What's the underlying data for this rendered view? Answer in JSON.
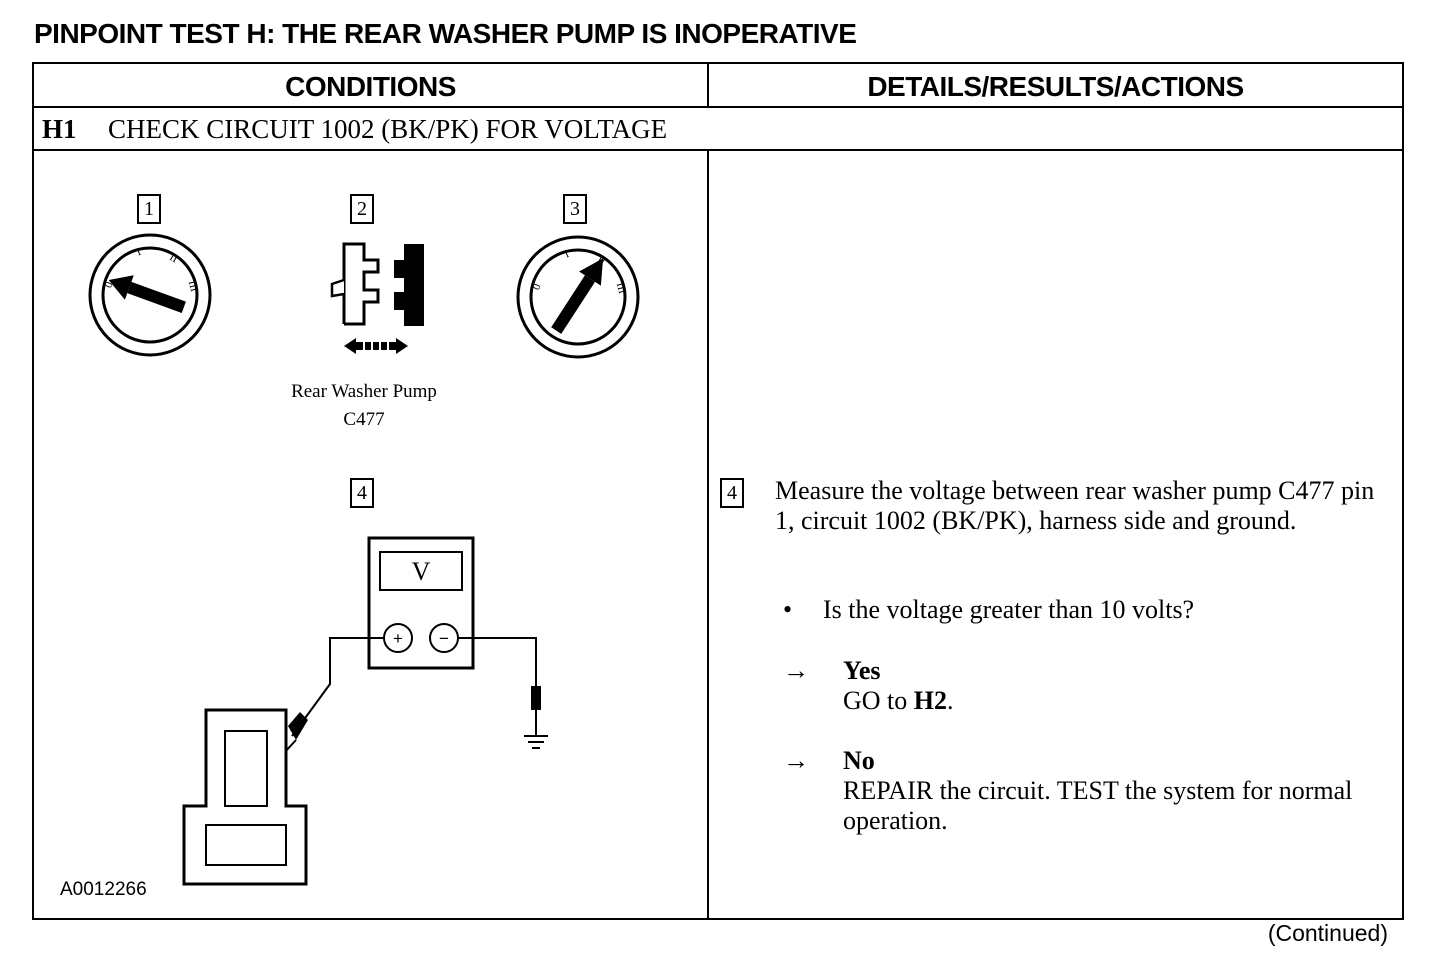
{
  "title": "PINPOINT TEST H:  THE REAR WASHER PUMP IS INOPERATIVE",
  "columns": {
    "conditions": "CONDITIONS",
    "details": "DETAILS/RESULTS/ACTIONS"
  },
  "step": {
    "id": "H1",
    "title": "CHECK CIRCUIT 1002 (BK/PK) FOR VOLTAGE"
  },
  "figures": {
    "labels": [
      "1",
      "2",
      "3",
      "4"
    ],
    "pump_label_line1": "Rear Washer Pump",
    "pump_label_line2": "C477",
    "meter_unit": "V",
    "meter_plus": "+",
    "meter_minus": "−",
    "switch_marks": [
      "0",
      "I",
      "II",
      "III"
    ],
    "figure_id": "A0012266"
  },
  "action": {
    "number": "4",
    "text": "Measure the voltage between rear washer pump C477 pin 1, circuit 1002 (BK/PK), harness side and ground.",
    "question": "Is the voltage greater than 10 volts?",
    "bullet": "•",
    "arrow": "→",
    "yes_label": "Yes",
    "yes_text_pre": "GO to ",
    "yes_text_ref": "H2",
    "yes_text_post": ".",
    "no_label": "No",
    "no_text": "REPAIR the circuit. TEST the system for normal operation."
  },
  "footer": "(Continued)"
}
